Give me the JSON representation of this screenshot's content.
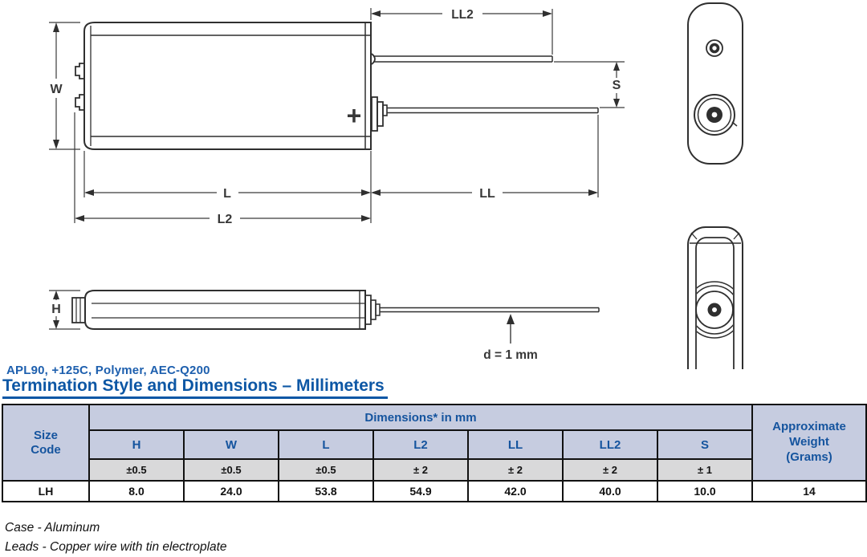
{
  "header": {
    "subtitle": "APL90, +125C, Polymer, AEC-Q200",
    "title": "Termination Style and Dimensions – Millimeters"
  },
  "diagram": {
    "labels": {
      "w": "W",
      "h": "H",
      "l": "L",
      "l2": "L2",
      "ll": "LL",
      "ll2": "LL2",
      "s": "S",
      "d": "d = 1 mm",
      "plus": "+"
    }
  },
  "table": {
    "size_code_header": "Size Code",
    "dimensions_header": "Dimensions* in mm",
    "weight_header": "Approximate Weight (Grams)",
    "columns": [
      "H",
      "W",
      "L",
      "L2",
      "LL",
      "LL2",
      "S"
    ],
    "tolerances": [
      "±0.5",
      "±0.5",
      "±0.5",
      "± 2",
      "± 2",
      "± 2",
      "± 1"
    ],
    "rows": [
      {
        "size_code": "LH",
        "values": [
          "8.0",
          "24.0",
          "53.8",
          "54.9",
          "42.0",
          "40.0",
          "10.0"
        ],
        "weight": "14"
      }
    ]
  },
  "notes": [
    "Case - Aluminum",
    "Leads - Copper wire with tin electroplate"
  ],
  "colors": {
    "accent_blue": "#0d57a5",
    "subtitle_blue": "#1d5fae",
    "header_bg": "#c6cce0",
    "tolerance_bg": "#d9d9da",
    "line": "#2f2f2f"
  }
}
